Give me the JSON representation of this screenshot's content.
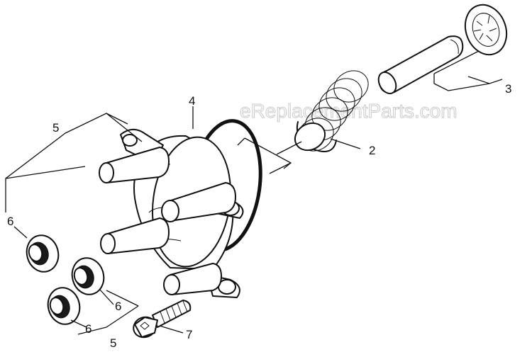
{
  "watermark": "eReplacementParts.com",
  "callouts": {
    "c2": "2",
    "c3": "3",
    "c4": "4",
    "c5_top": "5",
    "c5_bottom": "5",
    "c6_left": "6",
    "c6_mid": "6",
    "c6_low": "6",
    "c7": "7"
  }
}
